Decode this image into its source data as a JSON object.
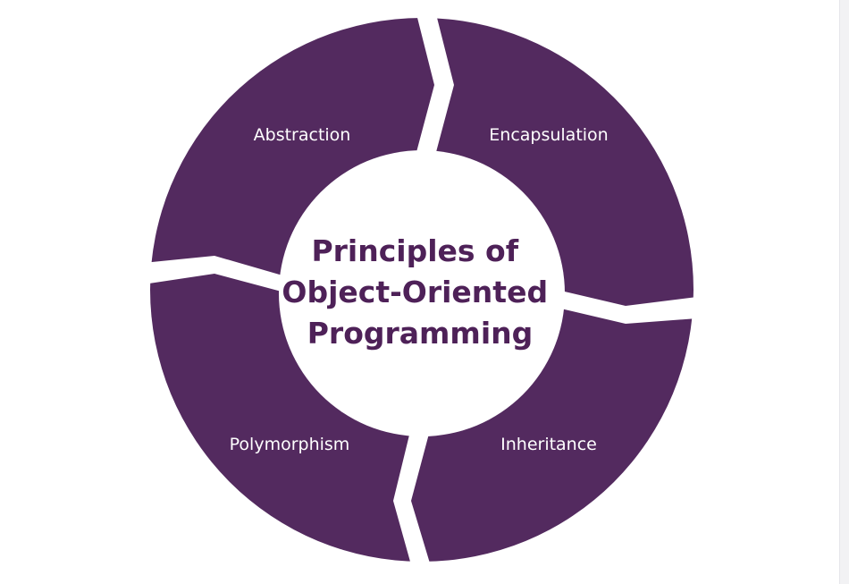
{
  "title_lines": [
    "Principles of",
    "Object-Oriented",
    "Programming"
  ],
  "principles": [
    {
      "label": "Abstraction"
    },
    {
      "label": "Encapsulation"
    },
    {
      "label": "Inheritance"
    },
    {
      "label": "Polymorphism"
    }
  ],
  "colors": {
    "segment": "#532a5f",
    "title": "#4e2158",
    "label": "#ffffff"
  }
}
